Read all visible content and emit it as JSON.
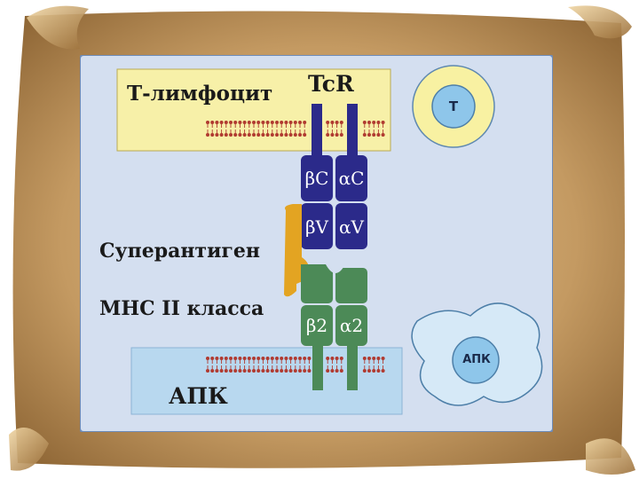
{
  "title": "",
  "labels": {
    "t_lymphocyte": "Т-лимфоцит",
    "tcr": "TcR",
    "superantigen": "Суперантиген",
    "mhc": "МНС II класса",
    "apc_bar": "АПК"
  },
  "tcr_chains": {
    "beta_c": "βC",
    "alpha_c": "αC",
    "beta_v": "βV",
    "alpha_v": "αV"
  },
  "mhc_chains": {
    "beta2": "β2",
    "alpha2": "α2"
  },
  "cells": {
    "t_cell": "T",
    "apc_cell": "АПК"
  },
  "colors": {
    "parchment": "#b98b52",
    "panel": "#d4dff0",
    "t_membrane": "#f7f0a8",
    "apc_membrane": "#b8d8ef",
    "tcr_blue": "#2b2a8a",
    "mhc_green": "#4c8a57",
    "superantigen": "#e3a422",
    "lipid": "#b03a30"
  }
}
